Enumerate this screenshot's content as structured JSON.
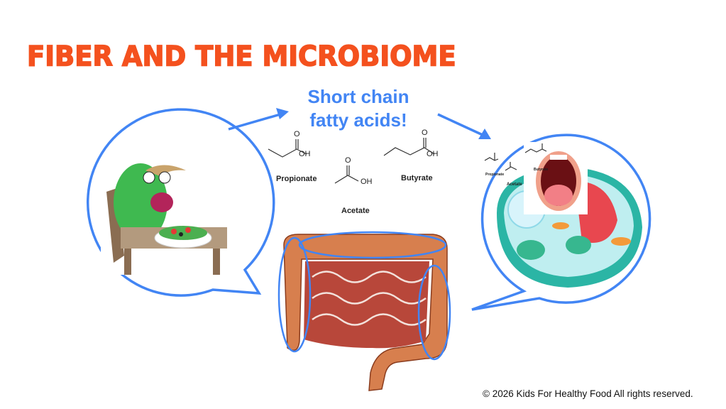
{
  "title": "FIBER AND THE MICROBIOME",
  "subtitle": {
    "line1": "Short chain",
    "line2": "fatty acids!"
  },
  "molecules": {
    "propionate": "Propionate",
    "acetate": "Acetate",
    "butyrate": "Butyrate",
    "oh": "OH",
    "o": "O"
  },
  "copyright": "© 2026 Kids For Healthy Food All rights reserved.",
  "colors": {
    "title": "#F4511E",
    "accent": "#4285F4"
  }
}
